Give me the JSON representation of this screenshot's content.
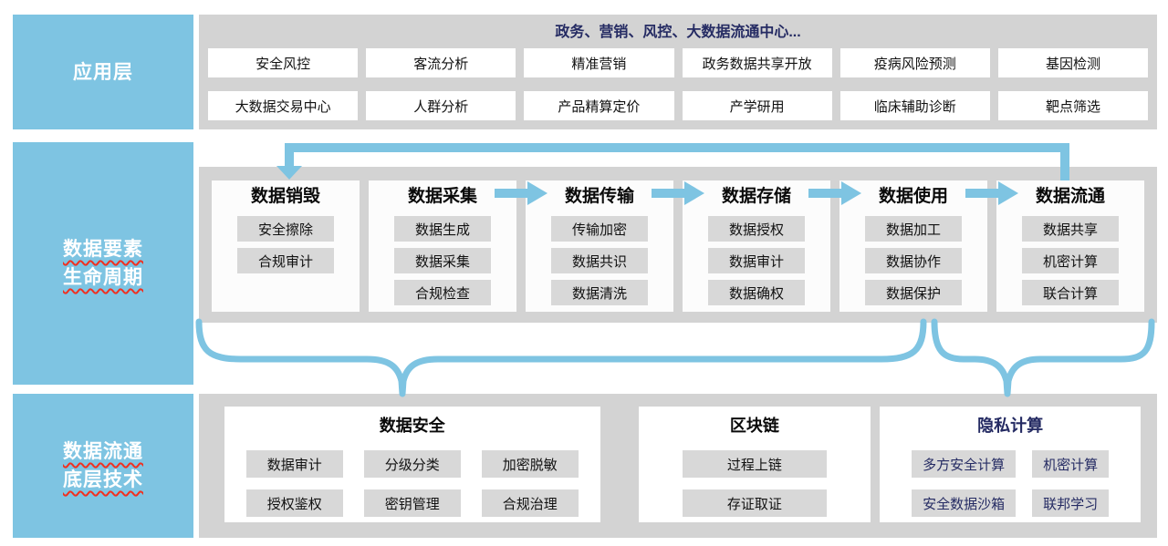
{
  "colors": {
    "accent_blue": "#7EC4E2",
    "navy_text": "#252B63",
    "panel_gray": "#D3D3D3",
    "chip_gray": "#D8D8D8",
    "squiggle_red": "#F03020"
  },
  "app_layer": {
    "label_lines": [
      "应用层"
    ],
    "label_squiggle": false,
    "headline": "政务、营销、风控、大数据流通中心...",
    "boxes_row1": [
      "安全风控",
      "客流分析",
      "精准营销",
      "政务数据共享开放",
      "疫病风险预测",
      "基因检测"
    ],
    "boxes_row2": [
      "大数据交易中心",
      "人群分析",
      "产品精算定价",
      "产学研用",
      "临床辅助诊断",
      "靶点筛选"
    ]
  },
  "lifecycle_layer": {
    "label_lines": [
      "数据要素",
      "生命周期"
    ],
    "label_squiggle": true,
    "columns": [
      {
        "title": "数据销毁",
        "items": [
          "安全擦除",
          "合规审计"
        ],
        "arrow_before": false
      },
      {
        "title": "数据采集",
        "items": [
          "数据生成",
          "数据采集",
          "合规检查"
        ],
        "arrow_before": false
      },
      {
        "title": "数据传输",
        "items": [
          "传输加密",
          "数据共识",
          "数据清洗"
        ],
        "arrow_before": true
      },
      {
        "title": "数据存储",
        "items": [
          "数据授权",
          "数据审计",
          "数据确权"
        ],
        "arrow_before": true
      },
      {
        "title": "数据使用",
        "items": [
          "数据加工",
          "数据协作",
          "数据保护"
        ],
        "arrow_before": true
      },
      {
        "title": "数据流通",
        "items": [
          "数据共享",
          "机密计算",
          "联合计算"
        ],
        "arrow_before": true
      }
    ]
  },
  "tech_layer": {
    "label_lines": [
      "数据流通",
      "底层技术"
    ],
    "label_squiggle": true,
    "cards": [
      {
        "title": "数据安全",
        "theme": "black",
        "items": [
          "数据审计",
          "分级分类",
          "加密脱敏",
          "授权鉴权",
          "密钥管理",
          "合规治理"
        ]
      },
      {
        "title": "区块链",
        "theme": "black",
        "items": [
          "过程上链",
          "存证取证"
        ]
      },
      {
        "title": "隐私计算",
        "theme": "navy",
        "items": [
          "多方安全计算",
          "机密计算",
          "安全数据沙箱",
          "联邦学习"
        ]
      }
    ]
  }
}
